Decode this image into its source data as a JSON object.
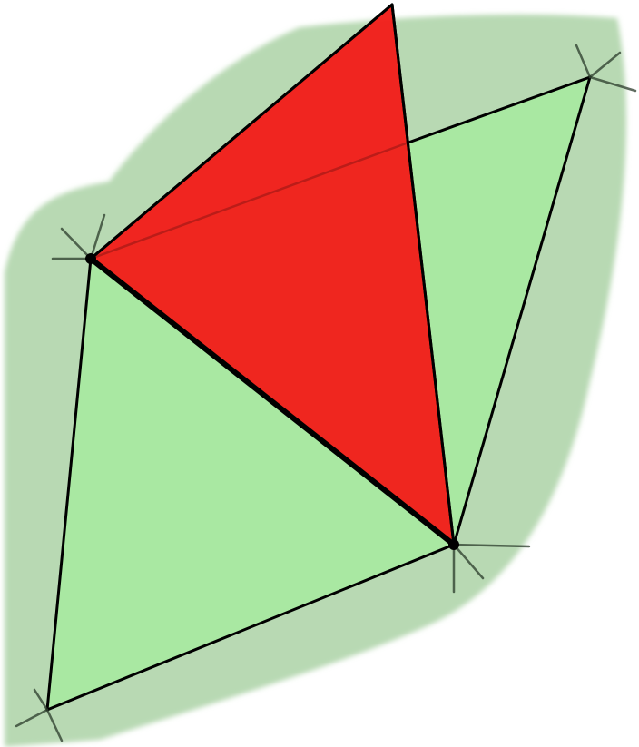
{
  "diagram": {
    "colors": {
      "background": "#ffffff",
      "halo": "#b8d9b3",
      "green_face": "#a9e8a2",
      "red_face": "#f21f1b",
      "edge": "#000000",
      "vertex": "#000000"
    },
    "faces": [
      {
        "id": "upper-right-green-triangle",
        "kind": "green"
      },
      {
        "id": "lower-left-green-triangle",
        "kind": "green"
      },
      {
        "id": "red-flipped-triangle",
        "kind": "red"
      }
    ],
    "shared_edge": "highlighted",
    "marked_vertices": 2,
    "unmarked_vertices": 3
  }
}
